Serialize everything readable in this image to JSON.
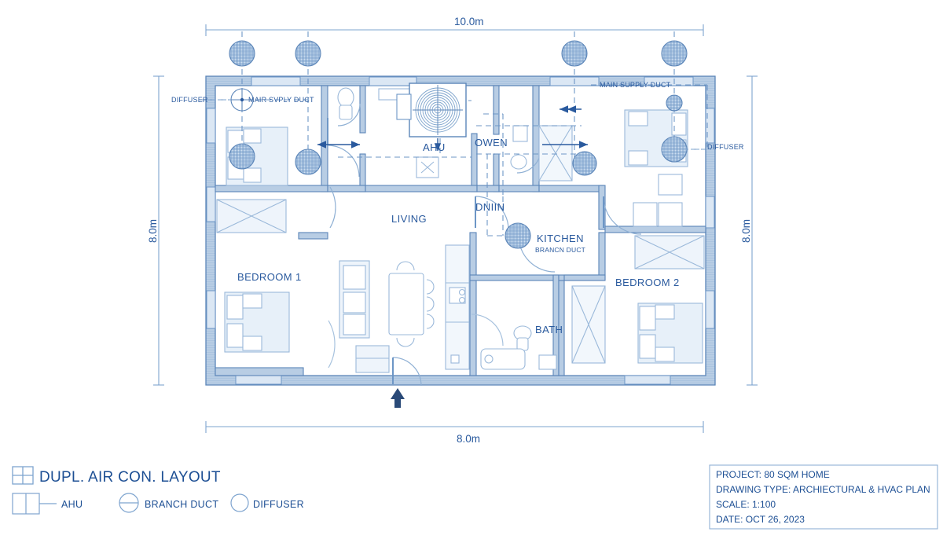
{
  "drawing": {
    "title": "DUPL. AIR CON. LAYOUT",
    "dimensions": {
      "top": "10.0m",
      "bottom": "8.0m",
      "left": "8.0m",
      "right": "8.0m"
    },
    "rooms": [
      {
        "id": "bedroom1",
        "label": "BEDROOM 1"
      },
      {
        "id": "bedroom2",
        "label": "BEDROOM 2"
      },
      {
        "id": "living",
        "label": "LIVING"
      },
      {
        "id": "kitchen",
        "label": "KITCHEN"
      },
      {
        "id": "dining",
        "label": "DNIIN"
      },
      {
        "id": "bath",
        "label": "BATH"
      },
      {
        "id": "oven",
        "label": "OWEN"
      },
      {
        "id": "ahu",
        "label": "AHU"
      }
    ],
    "annotations": [
      {
        "id": "diffuser-left",
        "label": "DIFFUSER"
      },
      {
        "id": "diffuser-right",
        "label": "DIFFUSER"
      },
      {
        "id": "main-supply-duct-left",
        "label": "MAIR SVPLY DUCT"
      },
      {
        "id": "main-supply-duct-right",
        "label": "MAIN SUPPLY DUCT"
      },
      {
        "id": "branch-duct",
        "label": "BRANCN DUCT"
      }
    ]
  },
  "legend": {
    "title": "DUPL. AIR CON. LAYOUT",
    "items": [
      {
        "icon": "ahu-box-icon",
        "label": "AHU"
      },
      {
        "icon": "branch-duct-circle-icon",
        "label": "BRANCH DUCT"
      },
      {
        "icon": "diffuser-circle-icon",
        "label": "DIFFUSER"
      }
    ]
  },
  "title_block": {
    "lines": [
      "PROJECT: 80 SQM HOME",
      "DRAWING TYPE: ARCHIECTURAL & HVAC PLAN",
      "SCALE: 1:100",
      "DATE: OCT 26, 2023"
    ]
  },
  "colors": {
    "ink": "#2a5a9e",
    "wall_fill": "#b8cde4",
    "wall_stroke": "#5b85b8",
    "light": "#9bb9da",
    "dark": "#1d4f94"
  }
}
